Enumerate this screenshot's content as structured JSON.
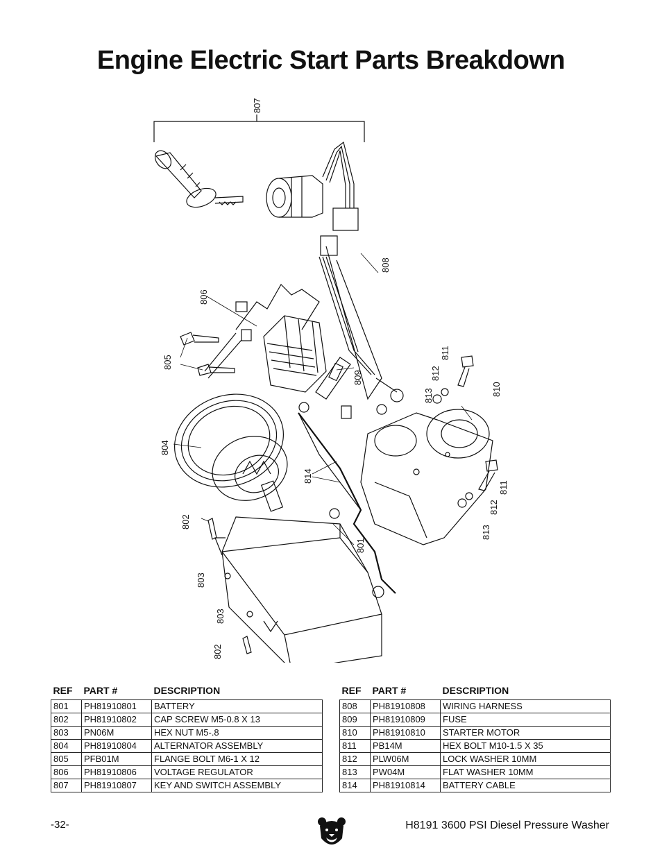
{
  "page_title": "Engine Electric Start Parts Breakdown",
  "diagram": {
    "callouts": {
      "c807": "807",
      "c808": "808",
      "c806": "806",
      "c805": "805",
      "c809": "809",
      "c811a": "811",
      "c812a": "812",
      "c813a": "813",
      "c810": "810",
      "c804": "804",
      "c814": "814",
      "c811b": "811",
      "c812b": "812",
      "c813b": "813",
      "c802a": "802",
      "c801": "801",
      "c803a": "803",
      "c803b": "803",
      "c802b": "802"
    }
  },
  "table_headers": {
    "ref": "REF",
    "part": "PART #",
    "desc": "DESCRIPTION"
  },
  "parts_left": [
    {
      "ref": "801",
      "part": "PH81910801",
      "desc": "BATTERY"
    },
    {
      "ref": "802",
      "part": "PH81910802",
      "desc": "CAP SCREW M5-0.8 X 13"
    },
    {
      "ref": "803",
      "part": "PN06M",
      "desc": "HEX NUT M5-.8"
    },
    {
      "ref": "804",
      "part": "PH81910804",
      "desc": "ALTERNATOR ASSEMBLY"
    },
    {
      "ref": "805",
      "part": "PFB01M",
      "desc": "FLANGE BOLT M6-1 X 12"
    },
    {
      "ref": "806",
      "part": "PH81910806",
      "desc": "VOLTAGE REGULATOR"
    },
    {
      "ref": "807",
      "part": "PH81910807",
      "desc": "KEY AND SWITCH ASSEMBLY"
    }
  ],
  "parts_right": [
    {
      "ref": "808",
      "part": "PH81910808",
      "desc": "WIRING HARNESS"
    },
    {
      "ref": "809",
      "part": "PH81910809",
      "desc": "FUSE"
    },
    {
      "ref": "810",
      "part": "PH81910810",
      "desc": "STARTER MOTOR"
    },
    {
      "ref": "811",
      "part": "PB14M",
      "desc": "HEX BOLT M10-1.5 X 35"
    },
    {
      "ref": "812",
      "part": "PLW06M",
      "desc": "LOCK WASHER 10MM"
    },
    {
      "ref": "813",
      "part": "PW04M",
      "desc": "FLAT WASHER 10MM"
    },
    {
      "ref": "814",
      "part": "PH81910814",
      "desc": "BATTERY CABLE"
    }
  ],
  "footer": {
    "page_number": "-32-",
    "manual_title": "H8191 3600 PSI Diesel Pressure Washer"
  },
  "colors": {
    "ink": "#111111",
    "background": "#ffffff"
  },
  "icons": {
    "logo": "bear-head-logo-icon"
  }
}
